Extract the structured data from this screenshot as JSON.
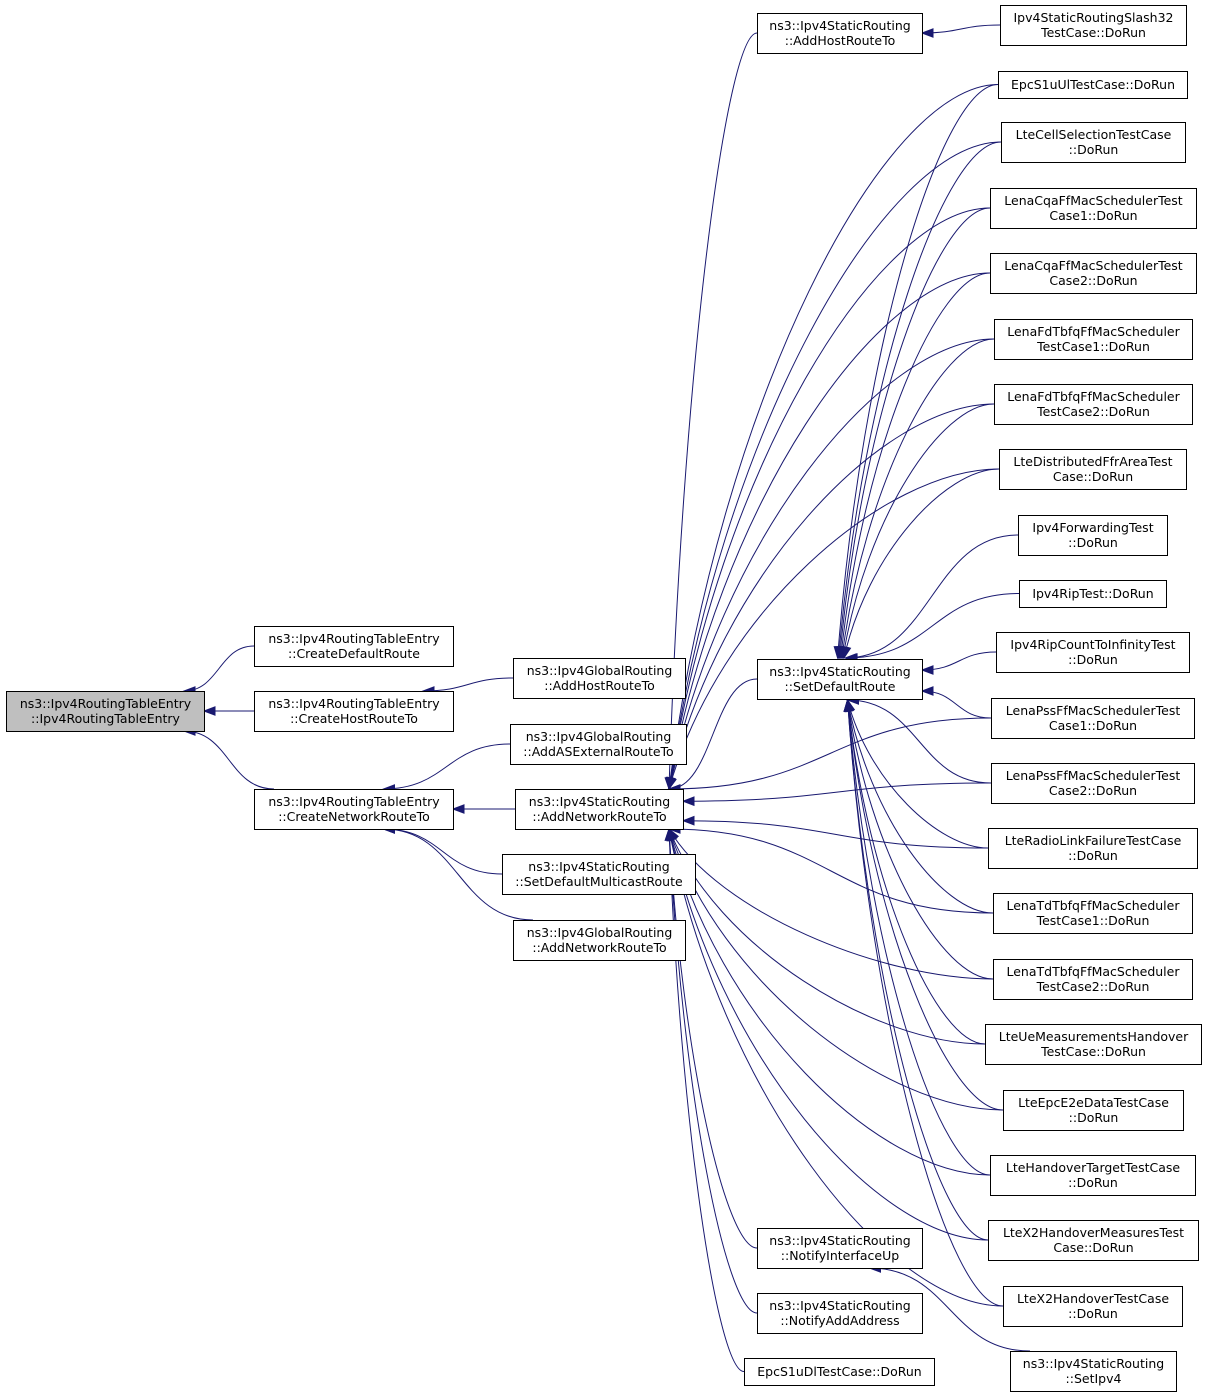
{
  "graph": {
    "direction": "right-to-left (arrow points to callee)",
    "colors": {
      "edge": "#191970",
      "root_fill": "#bfbfbf",
      "node_fill": "#ffffff",
      "node_stroke": "#000000"
    },
    "nodes": [
      {
        "id": "ctor",
        "lines": [
          "ns3::Ipv4RoutingTableEntry",
          "::Ipv4RoutingTableEntry"
        ],
        "highlighted": true
      },
      {
        "id": "cdr",
        "lines": [
          "ns3::Ipv4RoutingTableEntry",
          "::CreateDefaultRoute"
        ]
      },
      {
        "id": "chr",
        "lines": [
          "ns3::Ipv4RoutingTableEntry",
          "::CreateHostRouteTo"
        ]
      },
      {
        "id": "cnr",
        "lines": [
          "ns3::Ipv4RoutingTableEntry",
          "::CreateNetworkRouteTo"
        ]
      },
      {
        "id": "gahr",
        "lines": [
          "ns3::Ipv4GlobalRouting",
          "::AddHostRouteTo"
        ]
      },
      {
        "id": "gaer",
        "lines": [
          "ns3::Ipv4GlobalRouting",
          "::AddASExternalRouteTo"
        ]
      },
      {
        "id": "sanr",
        "lines": [
          "ns3::Ipv4StaticRouting",
          "::AddNetworkRouteTo"
        ]
      },
      {
        "id": "sdmr",
        "lines": [
          "ns3::Ipv4StaticRouting",
          "::SetDefaultMulticastRoute"
        ]
      },
      {
        "id": "ganr",
        "lines": [
          "ns3::Ipv4GlobalRouting",
          "::AddNetworkRouteTo"
        ]
      },
      {
        "id": "sahr",
        "lines": [
          "ns3::Ipv4StaticRouting",
          "::AddHostRouteTo"
        ]
      },
      {
        "id": "sdr",
        "lines": [
          "ns3::Ipv4StaticRouting",
          "::SetDefaultRoute"
        ]
      },
      {
        "id": "niu",
        "lines": [
          "ns3::Ipv4StaticRouting",
          "::NotifyInterfaceUp"
        ]
      },
      {
        "id": "naa",
        "lines": [
          "ns3::Ipv4StaticRouting",
          "::NotifyAddAddress"
        ]
      },
      {
        "id": "epcdl",
        "lines": [
          "EpcS1uDlTestCase::DoRun"
        ]
      },
      {
        "id": "slash32",
        "lines": [
          "Ipv4StaticRoutingSlash32",
          "TestCase::DoRun"
        ]
      },
      {
        "id": "epcul",
        "lines": [
          "EpcS1uUlTestCase::DoRun"
        ]
      },
      {
        "id": "cellsel",
        "lines": [
          "LteCellSelectionTestCase",
          "::DoRun"
        ]
      },
      {
        "id": "cqa1",
        "lines": [
          "LenaCqaFfMacSchedulerTest",
          "Case1::DoRun"
        ]
      },
      {
        "id": "cqa2",
        "lines": [
          "LenaCqaFfMacSchedulerTest",
          "Case2::DoRun"
        ]
      },
      {
        "id": "fdt1",
        "lines": [
          "LenaFdTbfqFfMacScheduler",
          "TestCase1::DoRun"
        ]
      },
      {
        "id": "fdt2",
        "lines": [
          "LenaFdTbfqFfMacScheduler",
          "TestCase2::DoRun"
        ]
      },
      {
        "id": "dffr",
        "lines": [
          "LteDistributedFfrAreaTest",
          "Case::DoRun"
        ]
      },
      {
        "id": "fwd",
        "lines": [
          "Ipv4ForwardingTest",
          "::DoRun"
        ]
      },
      {
        "id": "rip",
        "lines": [
          "Ipv4RipTest::DoRun"
        ]
      },
      {
        "id": "ripinf",
        "lines": [
          "Ipv4RipCountToInfinityTest",
          "::DoRun"
        ]
      },
      {
        "id": "pss1",
        "lines": [
          "LenaPssFfMacSchedulerTest",
          "Case1::DoRun"
        ]
      },
      {
        "id": "pss2",
        "lines": [
          "LenaPssFfMacSchedulerTest",
          "Case2::DoRun"
        ]
      },
      {
        "id": "rlf",
        "lines": [
          "LteRadioLinkFailureTestCase",
          "::DoRun"
        ]
      },
      {
        "id": "tdt1",
        "lines": [
          "LenaTdTbfqFfMacScheduler",
          "TestCase1::DoRun"
        ]
      },
      {
        "id": "tdt2",
        "lines": [
          "LenaTdTbfqFfMacScheduler",
          "TestCase2::DoRun"
        ]
      },
      {
        "id": "uemh",
        "lines": [
          "LteUeMeasurementsHandover",
          "TestCase::DoRun"
        ]
      },
      {
        "id": "e2e",
        "lines": [
          "LteEpcE2eDataTestCase",
          "::DoRun"
        ]
      },
      {
        "id": "hot",
        "lines": [
          "LteHandoverTargetTestCase",
          "::DoRun"
        ]
      },
      {
        "id": "x2m",
        "lines": [
          "LteX2HandoverMeasuresTest",
          "Case::DoRun"
        ]
      },
      {
        "id": "x2h",
        "lines": [
          "LteX2HandoverTestCase",
          "::DoRun"
        ]
      },
      {
        "id": "setipv4",
        "lines": [
          "ns3::Ipv4StaticRouting",
          "::SetIpv4"
        ]
      }
    ],
    "edges": [
      [
        "ctor",
        "cdr"
      ],
      [
        "ctor",
        "chr"
      ],
      [
        "ctor",
        "cnr"
      ],
      [
        "chr",
        "gahr"
      ],
      [
        "cnr",
        "gaer"
      ],
      [
        "cnr",
        "sanr"
      ],
      [
        "cnr",
        "sdmr"
      ],
      [
        "cnr",
        "ganr"
      ],
      [
        "sahr",
        "slash32"
      ],
      [
        "sanr",
        "sahr"
      ],
      [
        "sanr",
        "sdr"
      ],
      [
        "sanr",
        "niu"
      ],
      [
        "sanr",
        "naa"
      ],
      [
        "sanr",
        "epcdl"
      ],
      [
        "sanr",
        "epcul"
      ],
      [
        "sanr",
        "cellsel"
      ],
      [
        "sanr",
        "cqa1"
      ],
      [
        "sanr",
        "cqa2"
      ],
      [
        "sanr",
        "fdt1"
      ],
      [
        "sanr",
        "fdt2"
      ],
      [
        "sanr",
        "dffr"
      ],
      [
        "sanr",
        "pss1"
      ],
      [
        "sanr",
        "pss2"
      ],
      [
        "sanr",
        "rlf"
      ],
      [
        "sanr",
        "tdt1"
      ],
      [
        "sanr",
        "tdt2"
      ],
      [
        "sanr",
        "uemh"
      ],
      [
        "sanr",
        "e2e"
      ],
      [
        "sanr",
        "hot"
      ],
      [
        "sanr",
        "x2m"
      ],
      [
        "sanr",
        "x2h"
      ],
      [
        "sdr",
        "epcul"
      ],
      [
        "sdr",
        "cellsel"
      ],
      [
        "sdr",
        "cqa1"
      ],
      [
        "sdr",
        "cqa2"
      ],
      [
        "sdr",
        "fdt1"
      ],
      [
        "sdr",
        "fdt2"
      ],
      [
        "sdr",
        "dffr"
      ],
      [
        "sdr",
        "fwd"
      ],
      [
        "sdr",
        "rip"
      ],
      [
        "sdr",
        "ripinf"
      ],
      [
        "sdr",
        "pss1"
      ],
      [
        "sdr",
        "pss2"
      ],
      [
        "sdr",
        "rlf"
      ],
      [
        "sdr",
        "tdt1"
      ],
      [
        "sdr",
        "tdt2"
      ],
      [
        "sdr",
        "uemh"
      ],
      [
        "sdr",
        "e2e"
      ],
      [
        "sdr",
        "hot"
      ],
      [
        "sdr",
        "x2m"
      ],
      [
        "sdr",
        "x2h"
      ],
      [
        "niu",
        "setipv4"
      ]
    ]
  }
}
